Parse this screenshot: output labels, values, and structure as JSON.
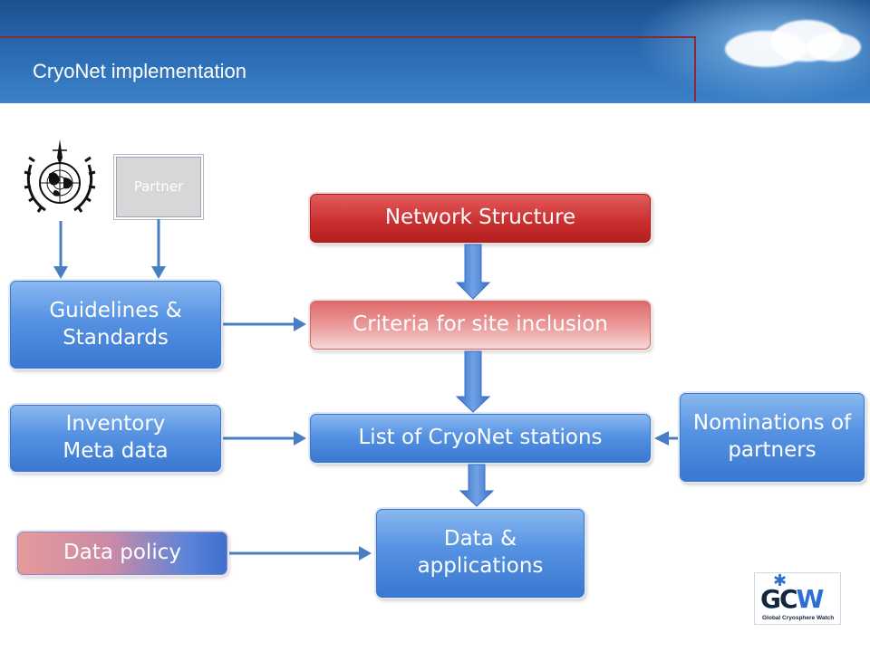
{
  "header": {
    "title": "CryoNet implementation"
  },
  "nodes": {
    "partner": "Partner",
    "network_structure": "Network Structure",
    "guidelines": "Guidelines & Standards",
    "criteria": "Criteria for site inclusion",
    "inventory": "Inventory Meta data",
    "stations": "List of CryoNet stations",
    "nominations": "Nominations of partners",
    "data_applications": "Data & applications",
    "data_policy": "Data policy"
  },
  "logo": {
    "text": "GCW",
    "subtitle": "Global Cryosphere Watch"
  },
  "colors": {
    "box_blue": "#3a78d2",
    "box_red": "#c92e2e",
    "box_pink": "#eb9e9e",
    "header": "#2c6db5",
    "arrow": "#4a7ec4"
  }
}
